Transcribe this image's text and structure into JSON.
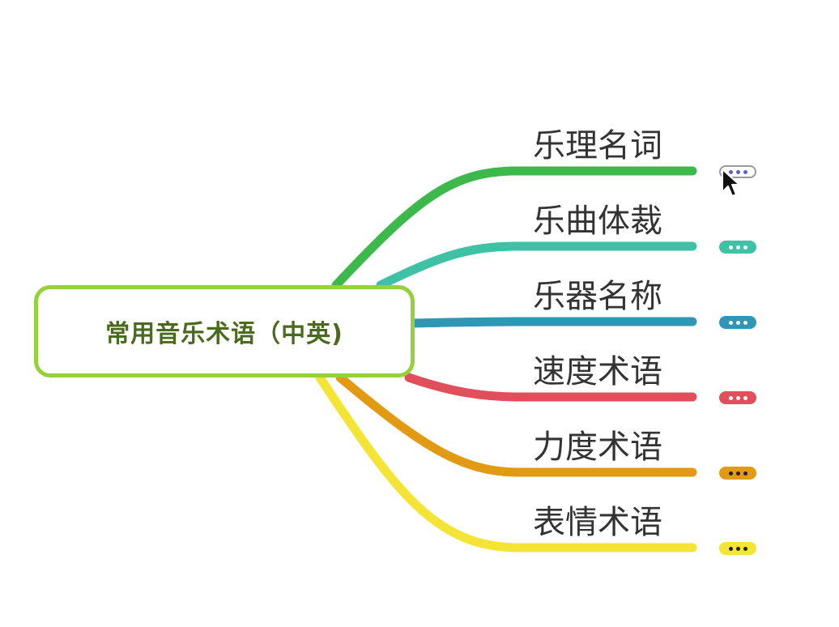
{
  "mindmap": {
    "central_topic": {
      "label": "常用音乐术语（中英)",
      "border_color": "#94d13a",
      "text_color": "#4a6b1c"
    },
    "branches": [
      {
        "label": "乐理名词",
        "color": "#3db84a",
        "dot_color": "#6060c8",
        "collapse_icon": "ellipsis-icon",
        "hovered": true
      },
      {
        "label": "乐曲体裁",
        "color": "#3fc1a6",
        "dot_color": "#ffffff",
        "collapse_icon": "ellipsis-icon",
        "hovered": false
      },
      {
        "label": "乐器名称",
        "color": "#2f97b5",
        "dot_color": "#ffffff",
        "collapse_icon": "ellipsis-icon",
        "hovered": false
      },
      {
        "label": "速度术语",
        "color": "#e14f5a",
        "dot_color": "#ffffff",
        "collapse_icon": "ellipsis-icon",
        "hovered": false
      },
      {
        "label": "力度术语",
        "color": "#e19a12",
        "dot_color": "#222222",
        "collapse_icon": "ellipsis-icon",
        "hovered": false
      },
      {
        "label": "表情术语",
        "color": "#f3e436",
        "dot_color": "#222222",
        "collapse_icon": "ellipsis-icon",
        "hovered": false
      }
    ],
    "cursor_icon": "mouse-pointer-icon"
  }
}
